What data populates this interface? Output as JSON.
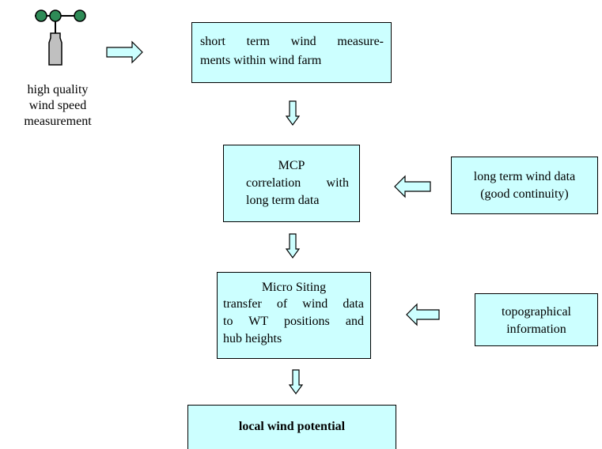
{
  "anemometer_caption": [
    "high quality",
    "wind speed",
    "measurement"
  ],
  "boxes": {
    "short_term": [
      "short term wind measure-",
      "ments within wind farm"
    ],
    "mcp": [
      "MCP",
      "correlation with",
      "long term data"
    ],
    "long_term": [
      "long term wind data",
      "(good continuity)"
    ],
    "micro_siting": [
      "Micro Siting",
      "transfer of wind data",
      "to WT positions and",
      "hub heights"
    ],
    "topographical": [
      "topographical",
      "information"
    ],
    "local_wind": "local wind potential"
  },
  "colors": {
    "box_fill": "#ccffff",
    "arrow_fill": "#ccffff",
    "anemometer_cup": "#2e8b57",
    "anemometer_body": "#c0c0c0"
  },
  "icons": [
    "anemometer-icon",
    "arrow-right-icon",
    "arrow-down-icon",
    "arrow-left-icon"
  ]
}
